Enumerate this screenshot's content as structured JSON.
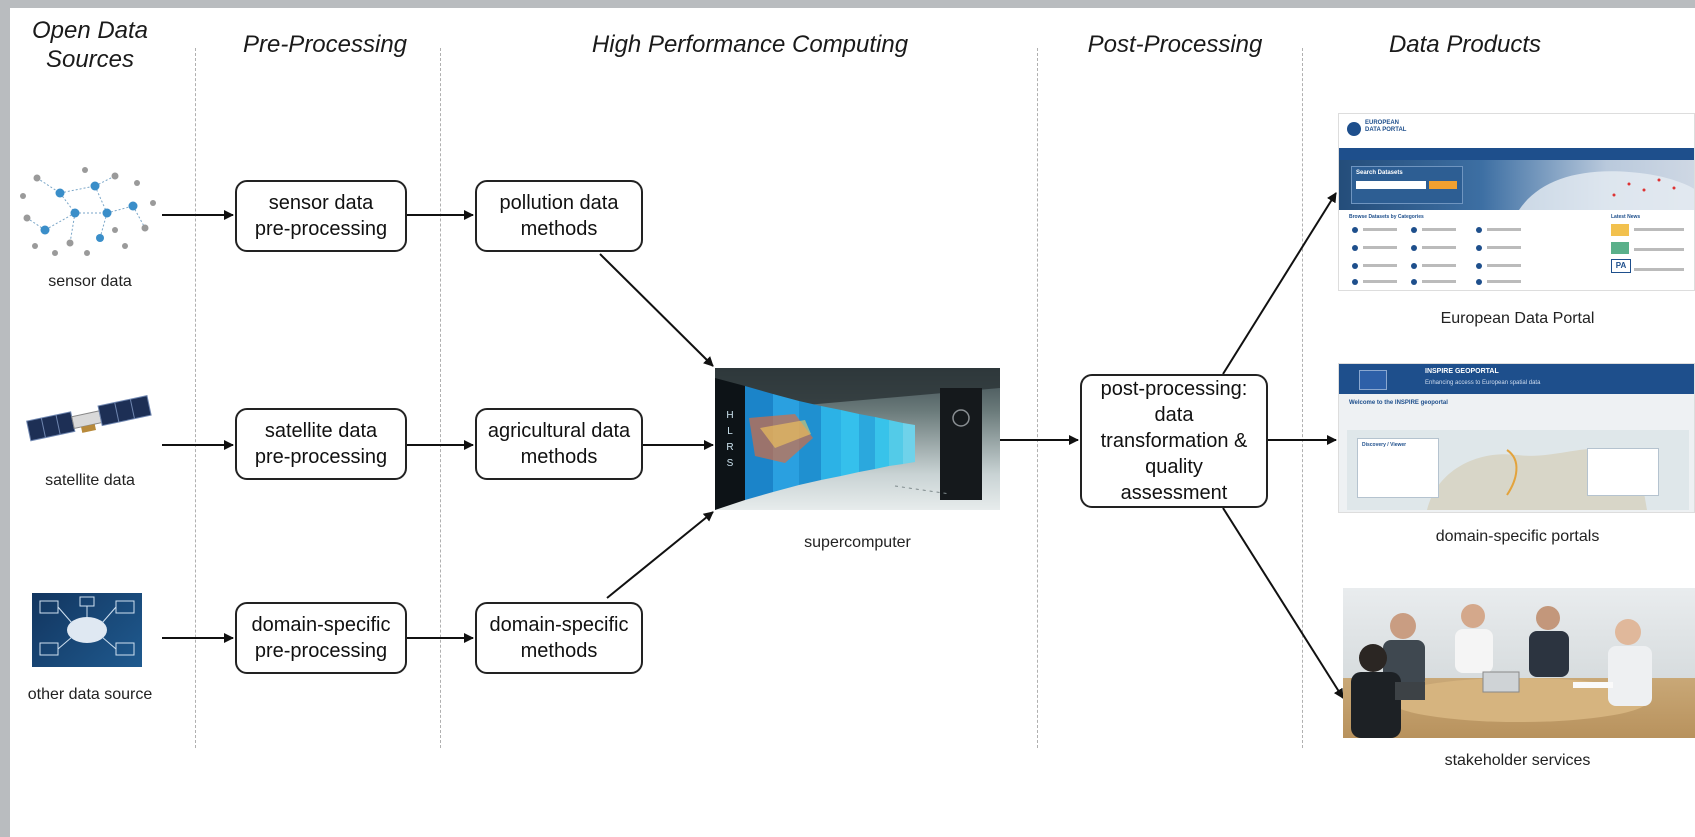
{
  "stages": {
    "open_data_sources": "Open Data\nSources",
    "pre_processing": "Pre-Processing",
    "hpc": "High Performance Computing",
    "post_processing": "Post-Processing",
    "data_products": "Data Products"
  },
  "sources": {
    "sensor": "sensor data",
    "satellite": "satellite data",
    "other": "other data source"
  },
  "preprocessing": {
    "sensor": "sensor data\npre-processing",
    "satellite": "satellite data\npre-processing",
    "domain": "domain-specific\npre-processing"
  },
  "methods": {
    "pollution": "pollution data\nmethods",
    "agricultural": "agricultural data\nmethods",
    "domain": "domain-specific\nmethods"
  },
  "supercomputer": {
    "caption": "supercomputer",
    "rack_lettering": "H L R S"
  },
  "postprocessing": {
    "label": "post-processing:\ndata\ntransformation &\nquality\nassessment"
  },
  "products": {
    "edp": {
      "caption": "European Data Portal",
      "logo_text": "EUROPEAN\nDATA PORTAL",
      "search_label": "Search Datasets",
      "categories_label": "Browse Datasets by Categories",
      "news_label": "Latest News",
      "badge": "PA"
    },
    "domain": {
      "caption": "domain-specific portals",
      "title": "INSPIRE GEOPORTAL",
      "subtitle": "Enhancing access to European spatial data",
      "welcome": "Welcome to the INSPIRE geoportal",
      "panel": "Discovery / Viewer"
    },
    "stakeholder": {
      "caption": "stakeholder services"
    }
  },
  "colors": {
    "page_bg": "#b9bcbf",
    "box_border": "#222222",
    "divider": "#b0b0b0",
    "portal_blue": "#1e4f8c",
    "network_blue": "#3a8ec9"
  }
}
